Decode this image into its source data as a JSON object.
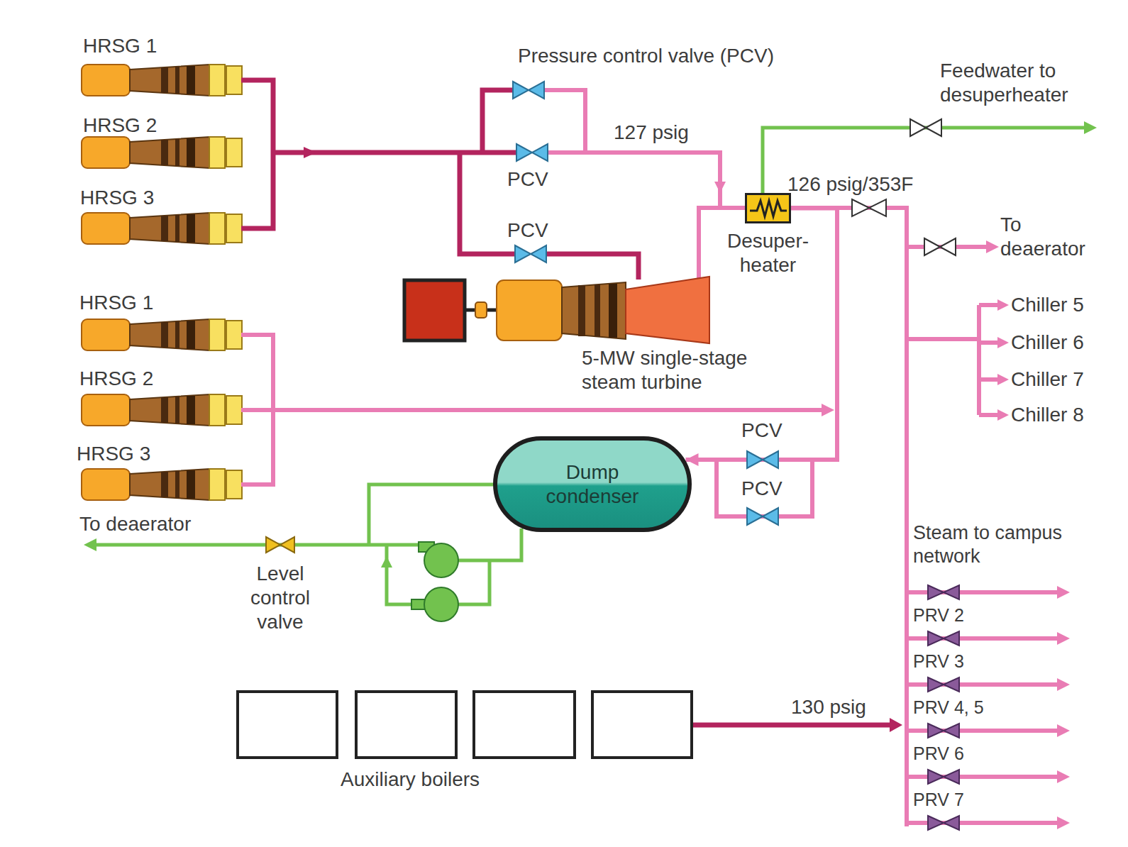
{
  "diagram": {
    "nodes": [
      {
        "text": [
          "Desuper- heater"
        ]
      },
      {
        "text": [
          "Dump condenser"
        ]
      }
    ],
    "edges": [
      {
        "from": 0,
        "to": 1,
        "arrow": "to"
      }
    ],
    "labels": [
      "HRSG 1",
      "HRSG 2",
      "HRSG 3",
      "Pressure control valve (PCV)",
      "127 psig",
      "Feedwater to desuperheater",
      "PCV",
      "126 psig/353F",
      "To deaerator",
      "PCV",
      "Chiller 5",
      "Chiller 6",
      "Chiller 7",
      "Chiller 8",
      "5-MW single-stage steam turbine",
      "HRSG 1",
      "HRSG 2",
      "HRSG 3",
      "PCV",
      "PCV",
      "To deaerator",
      "Level control valve",
      "Steam to campus network",
      "PRV 2",
      "PRV 3",
      "PRV 4, 5",
      "PRV 6",
      "PRV 7",
      "130 psig",
      "Auxiliary boilers"
    ]
  }
}
